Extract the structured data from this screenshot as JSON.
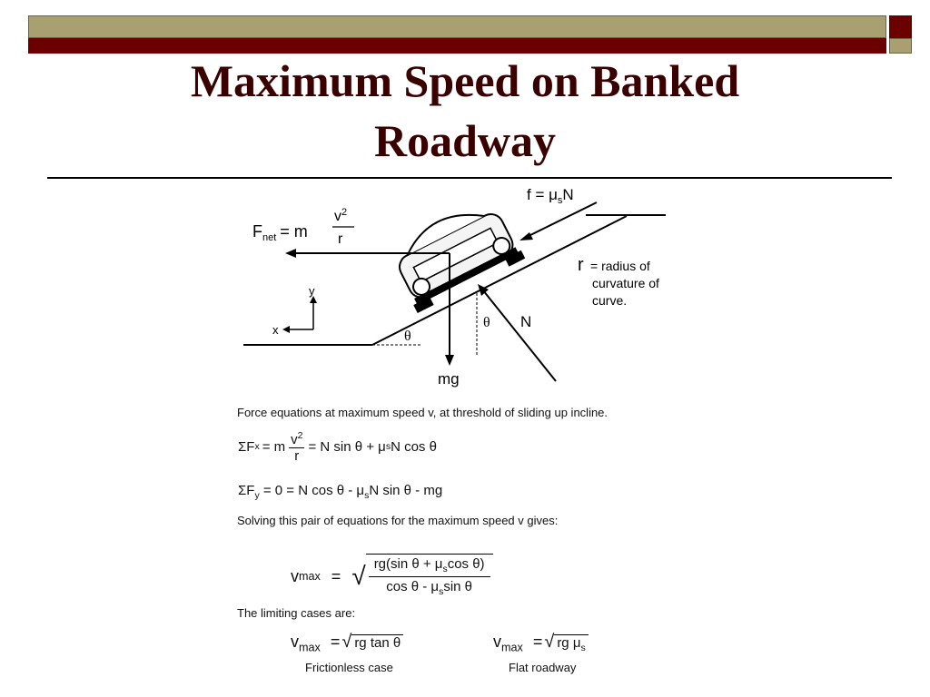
{
  "slide": {
    "title_line1": "Maximum Speed on Banked",
    "title_line2": "Roadway"
  },
  "diagram_labels": {
    "friction": "f = μ",
    "friction_sub": "s",
    "friction_tail": "N",
    "fnet": "F",
    "fnet_sub": "net",
    "fnet_eq": "= m",
    "v2": "v",
    "v2_sup": "2",
    "r": "r",
    "radius_r": "r",
    "radius_line1": "= radius of",
    "radius_line2": "curvature of",
    "radius_line3": "curve.",
    "axis_y": "y",
    "axis_x": "x",
    "theta_ground": "θ",
    "theta_vert": "θ",
    "normal": "N",
    "weight": "mg"
  },
  "text": {
    "force_intro": "Force equations at maximum speed v, at threshold of sliding up incline.",
    "sum_fx_lead": "ΣF",
    "sum_fx_sub": "x",
    "sum_fx_eq": "= m",
    "sum_fx_rhs": "= N sin θ + μ",
    "sum_fx_rhs_sub": "s",
    "sum_fx_rhs_tail": "N cos θ",
    "sum_fy_lead": "ΣF",
    "sum_fy_sub": "y",
    "sum_fy_rhs": "= 0 = N cos θ - μ",
    "sum_fy_rhs_sub": "s",
    "sum_fy_rhs_tail": "N sin θ -  mg",
    "solving": "Solving this pair of equations for the maximum speed v gives:",
    "vmax": "v",
    "vmax_sub": "max",
    "equals": "=",
    "vmax_num": "rg(sin θ + μ",
    "vmax_num_sub": "s",
    "vmax_num_tail": "cos θ)",
    "vmax_den": "cos θ - μ",
    "vmax_den_sub": "s",
    "vmax_den_tail": "sin θ",
    "limiting": "The limiting cases are:",
    "frictionless_expr": "rg tan θ",
    "frictionless_label": "Frictionless case",
    "flat_expr": "rg μ",
    "flat_expr_sub": "s",
    "flat_label": "Flat roadway"
  }
}
